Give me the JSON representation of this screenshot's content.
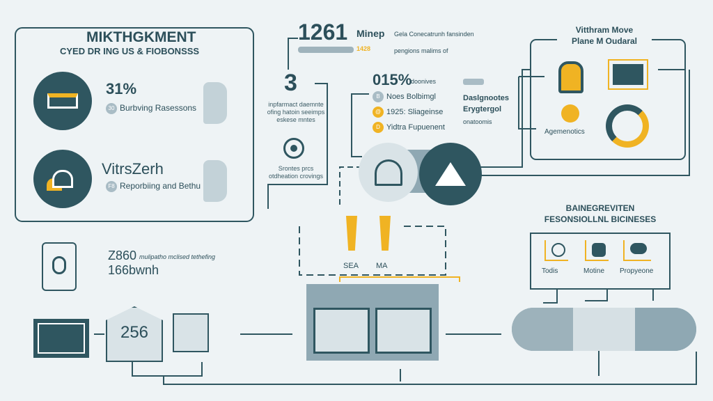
{
  "colors": {
    "teal": "#2f5660",
    "yellow": "#f0b323",
    "grey": "#8fa8b3",
    "bg": "#eef3f5"
  },
  "left_panel": {
    "title": "MIKTHGKMENT",
    "subtitle": "CYED DR ING US & FIOBONSSS",
    "items": [
      {
        "icon": "bed-icon",
        "value": "31%",
        "badge": "30",
        "label": "Burbving Rasessons"
      },
      {
        "icon": "lamp-icon",
        "value": "VitrsZerh",
        "badge": "F8",
        "label": "Reporbiing and Bethu"
      }
    ]
  },
  "top_center": {
    "number": "1261",
    "unit": "Minep",
    "line1": "Gela Conecatrunh fansinden",
    "tag": "1428",
    "line2": "pengions malims of"
  },
  "step": {
    "number": "3",
    "text": "inpfarmact daemnte ofing hatoin seeimps eskese mntes",
    "text2": "Srontes prcs otdheation crovings"
  },
  "stats": {
    "percent": "015%",
    "percent_label": "doonives",
    "items": [
      {
        "badge": "B",
        "label": "Noes Bolbimgl"
      },
      {
        "badge": "@",
        "label": "1925: Sliageinse"
      },
      {
        "badge": "D",
        "label": "Yidtra Fupuenent"
      }
    ],
    "side_title": "Daslgnootes Erygtergol",
    "side_note": "onatoomis"
  },
  "right_panel": {
    "title": "Vitthram Move",
    "subtitle": "Plane M Oudaral",
    "label": "Agemenotics"
  },
  "bottom_right": {
    "title": "BAINEGREVITEN",
    "subtitle": "FESONSIOLLNL BICINESES",
    "items": [
      "Todis",
      "Motine",
      "Propyeone"
    ]
  },
  "bottom_left": {
    "number": "Z860",
    "desc": "mulipatho mclised tethefing",
    "number2": "166bwnh",
    "box_value": "256"
  },
  "middle": {
    "labels": [
      "SEA",
      "MA"
    ]
  }
}
